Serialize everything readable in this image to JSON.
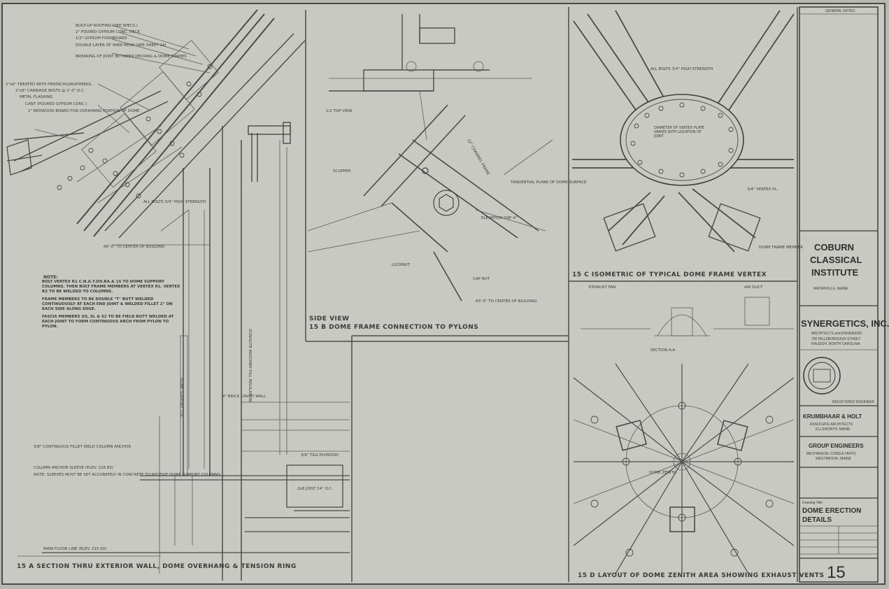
{
  "title_block": {
    "general_notes": "GENERAL NOTES",
    "client_line1": "COBURN",
    "client_line2": "CLASSICAL",
    "client_line3": "INSTITUTE",
    "client_location": "WATERVILLE, MAINE",
    "firm_name": "SYNERGETICS, INC.",
    "firm_sub": "ARCHITECTS and ENGINEERS",
    "firm_addr1": "700 HILLSBOROUGH STREET",
    "firm_addr2": "RALEIGH, NORTH CAROLINA",
    "seal_caption": "REGISTERED ENGINEER",
    "assoc_name": "KRUMBHAAR & HOLT",
    "assoc_sub": "ASSOCIATE ARCHITECTS",
    "assoc_loc": "ELLSWORTH, MAINE",
    "group_name": "GROUP ENGINEERS",
    "group_sub": "MECHANICAL CONSULTANTS",
    "group_loc": "WESTBROOK, MAINE",
    "drawing_title_label": "Drawing Title",
    "drawing_title1": "DOME ERECTION",
    "drawing_title2": "DETAILS",
    "sheet_number": "15"
  },
  "panels": {
    "a_caption": "15 A  SECTION THRU EXTERIOR WALL, DOME OVERHANG & TENSION RING",
    "b_caption": "15 B  DOME FRAME CONNECTION TO PYLONS",
    "b_side_view": "SIDE VIEW",
    "b_top_view": "1/2 TOP VIEW",
    "c_caption": "15 C  ISOMETRIC OF TYPICAL DOME FRAME VERTEX",
    "d_caption": "15 D  LAYOUT OF DOME ZENITH AREA SHOWING EXHAUST VENTS",
    "d_section": "SECTION A-A",
    "dome_zenith": "DOME ZENITH"
  },
  "notes": {
    "a_note_title": "NOTE:",
    "a_note1": "BOLT VERTEX R1 C.N.A.T.OO.RA.& 15 TO DOME SUPPORT COLUMNS. THEN BOLT FRAME MEMBERS AT VERTEX R1. VERTEX R2 TO BE WELDED TO COLUMNS.",
    "a_note2": "FRAME MEMBERS TO BE DOUBLE \"T\" BUTT WELDED CONTINUOUSLY AT EACH END JOINT & WELDED FILLET 2\" ON EACH SIDE ALONG EDGE.",
    "a_note3": "FASCIA MEMBERS SO, SL & S2 TO BE FIELD BUTT WELDED AT EACH JOINT TO FORM CONTINUOUS ARCH FROM PYLON TO PYLON.",
    "built_up_roofing": "BUILT-UP ROOFING (SEE SPECS.)",
    "gypsum": "2\" POURED GYPSUM CONC. DECK",
    "gypsum_board": "1/2\" GYPSUM FORMBOARD",
    "double_layer": "DOUBLE LAYER OF WIRE MESH (SEE SHEET 14)",
    "breaking_joint": "BREAKING OF JOINT BETWEEN DECKING & DOME FRAMES",
    "timber": "2\"x6\" TREATED WITH PENTACHLOROPHENOL",
    "carriage": "2\"x6\" CARRIAGE BOLTS @ 2'-0\" O.C.",
    "metal_flashing": "METAL FLASHING",
    "cant": "CANT (POURED GYPSUM CONC.)",
    "redwood": "1\" REDWOOD BOARD FOR OVERHANG PORTION OF DOME",
    "all_bolts": "ALL BOLTS 3/4\" HIGH STRENGTH",
    "to_center": "66'-0\" TO CENTER OF BUILDING",
    "fillet_weld": "3/8\" CONTINUOUS FILLET WELD COLUMN ANCHOR",
    "column_anchor": "COLUMN ANCHOR SLEEVE (ELEV. 216.83)",
    "sleeve_note": "NOTE: SLEEVES MUST BE SET ACCURATELY IN CONCRETE TO RECEIVE DOME SUPPORT COLUMNS",
    "main_floor": "MAIN FLOOR LINE (ELEV. 215.50)",
    "zonolite": "ZONOLITE MASONRY FILL INSULATION",
    "brick_cavity": "4\" BRICK CAVITY WALL",
    "plywood": "3/4\" T&G PLYWOOD",
    "joist": "2x8 JOIST 24\" O.C.",
    "dome_support": "DOME SUPPORT COL.",
    "clevation": "ELEVATION 208'-0\"",
    "scupper": "SCUPPER",
    "channel_frame": "12\" CHANNEL FRAME",
    "dome_surface": "TANGENTIAL PLANE OF DOME SURFACE",
    "locknut": "LOCKNUT",
    "cap_nut": "CAP NUT",
    "ctr_bldg": "65'-5\" TO CENTER OF BUILDING",
    "all_bolts_c": "ALL BOLTS 3/4\" HIGH STRENGTH",
    "vertex_plate": "DIAMETER OF VERTEX PLATE VARIES WITH LOCATION OF JOINT",
    "steel_plate": "3/4\" VERTEX PL.",
    "dome_frame_member": "DOME FRAME MEMBER",
    "exhaust_fan": "EXHAUST FAN",
    "air_duct": "AIR DUCT"
  }
}
